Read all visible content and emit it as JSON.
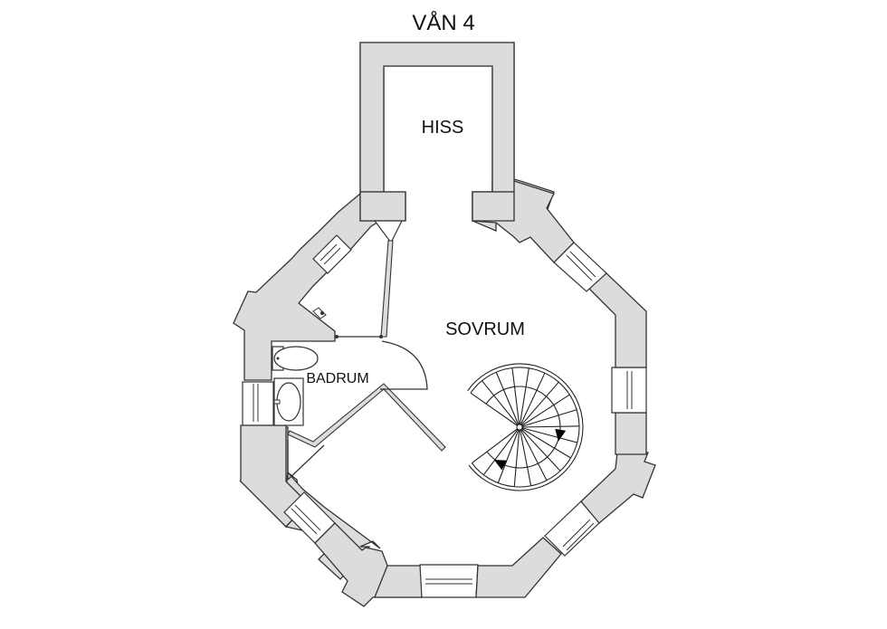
{
  "title": "VÅN 4",
  "rooms": {
    "elevator": "HISS",
    "bedroom": "SOVRUM",
    "bathroom": "BADRUM"
  },
  "colors": {
    "wall_fill": "#dcdcdc",
    "line": "#333333",
    "background": "#ffffff"
  },
  "features": {
    "stair_type": "spiral-staircase",
    "stair_arrows": 2,
    "windows": 7
  }
}
